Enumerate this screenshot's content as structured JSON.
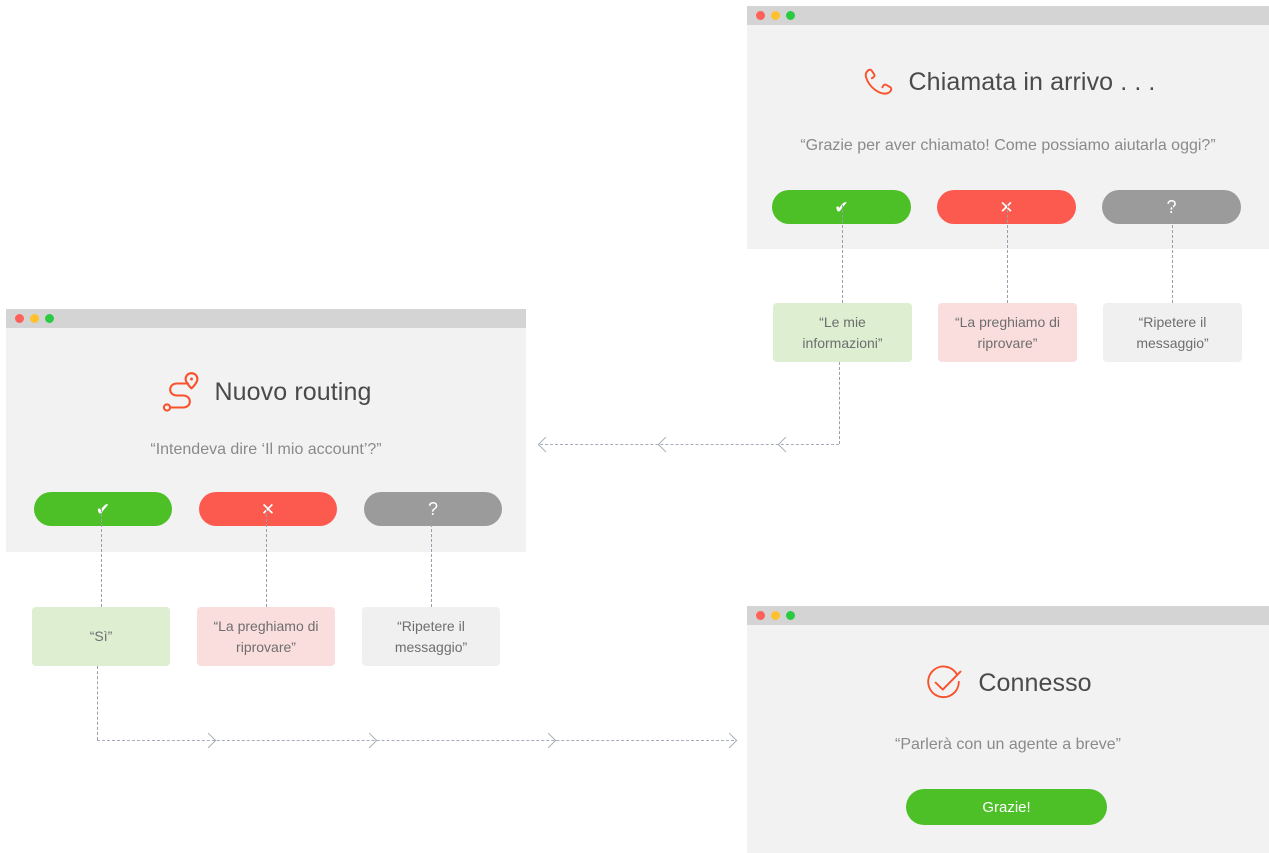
{
  "theme": {
    "page_bg": "#ffffff",
    "window_bg": "#f2f2f2",
    "titlebar_bg": "#d4d4d4",
    "accent_orange": "#f9512b",
    "yes_green": "#4cc026",
    "no_red": "#fc5a4f",
    "unknown_gray": "#9b9b9b",
    "box_green": "#ddeed1",
    "box_pink": "#fadedd",
    "box_gray": "#f0f0f0",
    "connector_gray": "#a7adb8",
    "title_text": "#4a4a4a",
    "body_text": "#8a8a8a"
  },
  "traffic_lights": {
    "close": "close-dot",
    "minimize": "minimize-dot",
    "zoom": "zoom-dot",
    "colors": [
      "#ff6057",
      "#ffc12e",
      "#2acb42"
    ]
  },
  "windows": {
    "incoming_call": {
      "icon": "phone-icon",
      "title": "Chiamata in arrivo . . .",
      "prompt": "“Grazie per aver chiamato! Come possiamo aiutarla oggi?”",
      "buttons": [
        {
          "name": "yes-button",
          "glyph": "✔",
          "icon": "check-icon",
          "variant": "yes"
        },
        {
          "name": "no-button",
          "glyph": "✕",
          "icon": "cross-icon",
          "variant": "no"
        },
        {
          "name": "unknown-button",
          "glyph": "?",
          "icon": "question-icon",
          "variant": "unk"
        }
      ],
      "outcomes": [
        {
          "name": "outcome-my-info",
          "text": "“Le mie informazioni”",
          "variant": "green"
        },
        {
          "name": "outcome-try-again",
          "text": "“La preghiamo di riprovare”",
          "variant": "pink"
        },
        {
          "name": "outcome-repeat-message",
          "text": "“Ripetere il messaggio”",
          "variant": "gray"
        }
      ]
    },
    "new_routing": {
      "icon": "route-icon",
      "title": "Nuovo routing",
      "prompt": "“Intendeva dire ‘Il mio account’?”",
      "buttons": [
        {
          "name": "yes-button",
          "glyph": "✔",
          "icon": "check-icon",
          "variant": "yes"
        },
        {
          "name": "no-button",
          "glyph": "✕",
          "icon": "cross-icon",
          "variant": "no"
        },
        {
          "name": "unknown-button",
          "glyph": "?",
          "icon": "question-icon",
          "variant": "unk"
        }
      ],
      "outcomes": [
        {
          "name": "outcome-yes",
          "text": "“Sì”",
          "variant": "green"
        },
        {
          "name": "outcome-try-again",
          "text": "“La preghiamo di riprovare”",
          "variant": "pink"
        },
        {
          "name": "outcome-repeat-message",
          "text": "“Ripetere il messaggio”",
          "variant": "gray"
        }
      ]
    },
    "connected": {
      "icon": "check-circle-icon",
      "title": "Connesso",
      "prompt": "“Parlerà con un agente a breve”",
      "cta_label": "Grazie!"
    }
  },
  "connectors": {
    "call_to_routing": "flow-arrow-left",
    "routing_to_connected": "flow-arrow-right"
  }
}
